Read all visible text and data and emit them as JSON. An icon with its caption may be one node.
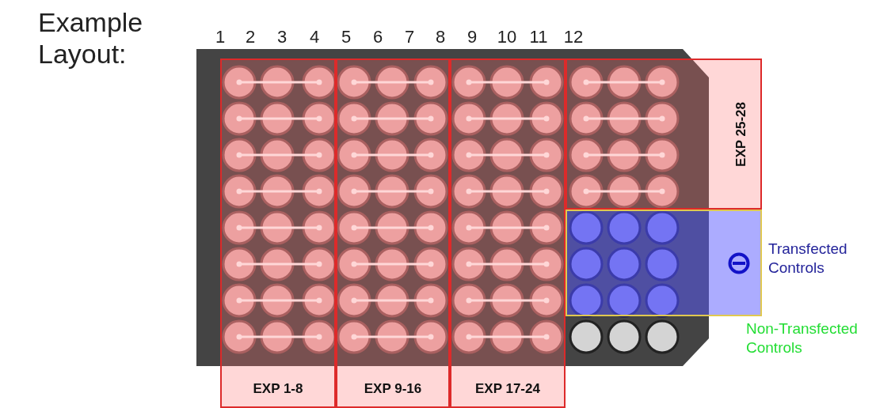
{
  "diagram": {
    "title": "Example Layout:",
    "nodes": [
      {
        "text": [
          "EXP 1-8"
        ]
      },
      {
        "text": [
          "EXP 9-16"
        ]
      },
      {
        "text": [
          "EXP 17-24"
        ]
      },
      {
        "text": [
          "EXP 25-28"
        ]
      },
      {
        "text": [],
        "shape": "box",
        "beside": [
          "Transfected Controls"
        ]
      }
    ],
    "edges": [],
    "labels": [
      "1",
      "2",
      "3",
      "4",
      "5",
      "6",
      "7",
      "8",
      "9",
      "10",
      "11",
      "12",
      "Non-Transfected Controls"
    ]
  }
}
